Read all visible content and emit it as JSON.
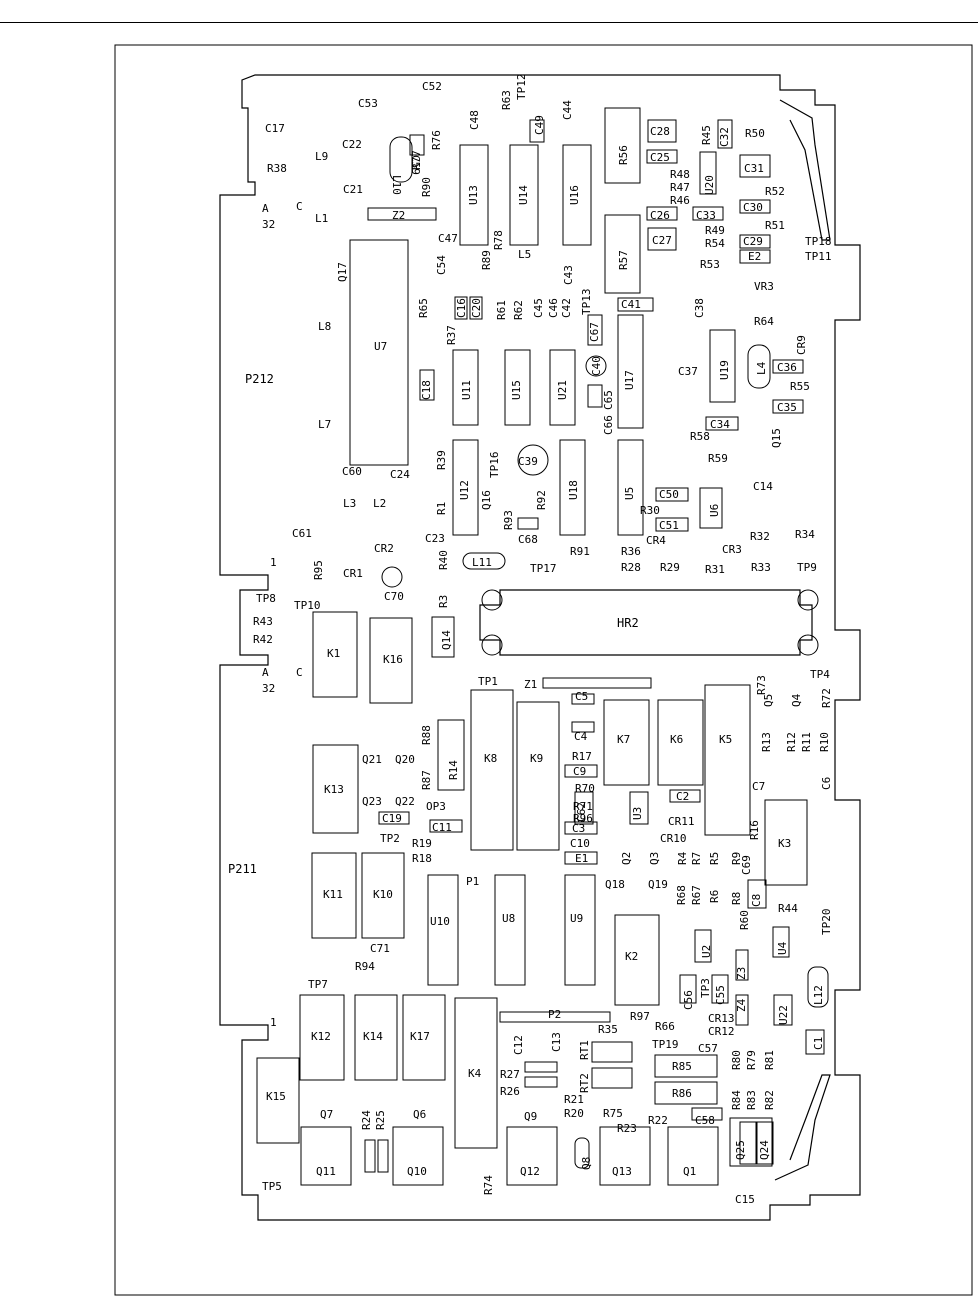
{
  "diagram": {
    "connectors": [
      "P212",
      "P211"
    ],
    "connector_pins": {
      "top_a": "A",
      "top_32": "32",
      "top_c": "C",
      "top_1": "1",
      "bot_a": "A",
      "bot_32": "32",
      "bot_c": "C",
      "bot_1": "1"
    },
    "heater": "HR2",
    "components": [
      {
        "id": "c17",
        "text": "C17"
      },
      {
        "id": "r38",
        "text": "R38"
      },
      {
        "id": "c53",
        "text": "C53"
      },
      {
        "id": "c52",
        "text": "C52"
      },
      {
        "id": "c22",
        "text": "C22"
      },
      {
        "id": "l9",
        "text": "L9"
      },
      {
        "id": "l10",
        "text": "L10"
      },
      {
        "id": "c59",
        "text": "C59"
      },
      {
        "id": "r77",
        "text": "R77"
      },
      {
        "id": "r76",
        "text": "R76"
      },
      {
        "id": "r90",
        "text": "R90"
      },
      {
        "id": "c21",
        "text": "C21"
      },
      {
        "id": "l1",
        "text": "L1"
      },
      {
        "id": "z2",
        "text": "Z2"
      },
      {
        "id": "q17",
        "text": "Q17"
      },
      {
        "id": "u7",
        "text": "U7"
      },
      {
        "id": "l8",
        "text": "L8"
      },
      {
        "id": "l7",
        "text": "L7"
      },
      {
        "id": "c60",
        "text": "C60"
      },
      {
        "id": "c24",
        "text": "C24"
      },
      {
        "id": "c61",
        "text": "C61"
      },
      {
        "id": "l3",
        "text": "L3"
      },
      {
        "id": "l2",
        "text": "L2"
      },
      {
        "id": "c23",
        "text": "C23"
      },
      {
        "id": "cr2",
        "text": "CR2"
      },
      {
        "id": "r95",
        "text": "R95"
      },
      {
        "id": "cr1",
        "text": "CR1"
      },
      {
        "id": "c70",
        "text": "C70"
      },
      {
        "id": "c48",
        "text": "C48"
      },
      {
        "id": "r63",
        "text": "R63"
      },
      {
        "id": "tp12",
        "text": "TP12"
      },
      {
        "id": "c49",
        "text": "C49"
      },
      {
        "id": "c44",
        "text": "C44"
      },
      {
        "id": "u13",
        "text": "U13"
      },
      {
        "id": "u14",
        "text": "U14"
      },
      {
        "id": "u16",
        "text": "U16"
      },
      {
        "id": "c47",
        "text": "C47"
      },
      {
        "id": "r78",
        "text": "R78"
      },
      {
        "id": "c54",
        "text": "C54"
      },
      {
        "id": "r89",
        "text": "R89"
      },
      {
        "id": "l5",
        "text": "L5"
      },
      {
        "id": "c43",
        "text": "C43"
      },
      {
        "id": "tp13",
        "text": "TP13"
      },
      {
        "id": "r65",
        "text": "R65"
      },
      {
        "id": "r37",
        "text": "R37"
      },
      {
        "id": "c16",
        "text": "C16"
      },
      {
        "id": "c20",
        "text": "C20"
      },
      {
        "id": "r61",
        "text": "R61"
      },
      {
        "id": "r62",
        "text": "R62"
      },
      {
        "id": "c45",
        "text": "C45"
      },
      {
        "id": "c46",
        "text": "C46"
      },
      {
        "id": "c42",
        "text": "C42"
      },
      {
        "id": "c67",
        "text": "C67"
      },
      {
        "id": "c18",
        "text": "C18"
      },
      {
        "id": "u11",
        "text": "U11"
      },
      {
        "id": "u15",
        "text": "U15"
      },
      {
        "id": "u21",
        "text": "U21"
      },
      {
        "id": "c40",
        "text": "C40"
      },
      {
        "id": "c65",
        "text": "C65"
      },
      {
        "id": "c66",
        "text": "C66"
      },
      {
        "id": "r39",
        "text": "R39"
      },
      {
        "id": "u12",
        "text": "U12"
      },
      {
        "id": "tp16",
        "text": "TP16"
      },
      {
        "id": "c39",
        "text": "C39"
      },
      {
        "id": "u18",
        "text": "U18"
      },
      {
        "id": "u5",
        "text": "U5"
      },
      {
        "id": "r1",
        "text": "R1"
      },
      {
        "id": "q16",
        "text": "Q16"
      },
      {
        "id": "r92",
        "text": "R92"
      },
      {
        "id": "r93",
        "text": "R93"
      },
      {
        "id": "c68",
        "text": "C68"
      },
      {
        "id": "r40",
        "text": "R40"
      },
      {
        "id": "l11",
        "text": "L11"
      },
      {
        "id": "tp17",
        "text": "TP17"
      },
      {
        "id": "r91",
        "text": "R91"
      },
      {
        "id": "r3",
        "text": "R3"
      },
      {
        "id": "r56",
        "text": "R56"
      },
      {
        "id": "c28",
        "text": "C28"
      },
      {
        "id": "r45",
        "text": "R45"
      },
      {
        "id": "c32",
        "text": "C32"
      },
      {
        "id": "r50",
        "text": "R50"
      },
      {
        "id": "c25",
        "text": "C25"
      },
      {
        "id": "c31",
        "text": "C31"
      },
      {
        "id": "r48",
        "text": "R48"
      },
      {
        "id": "u20",
        "text": "U20"
      },
      {
        "id": "r47",
        "text": "R47"
      },
      {
        "id": "r52",
        "text": "R52"
      },
      {
        "id": "r46",
        "text": "R46"
      },
      {
        "id": "c30",
        "text": "C30"
      },
      {
        "id": "c26",
        "text": "C26"
      },
      {
        "id": "c33",
        "text": "C33"
      },
      {
        "id": "r51",
        "text": "R51"
      },
      {
        "id": "r57",
        "text": "R57"
      },
      {
        "id": "c27",
        "text": "C27"
      },
      {
        "id": "r49",
        "text": "R49"
      },
      {
        "id": "c29",
        "text": "C29"
      },
      {
        "id": "tp18",
        "text": "TP18"
      },
      {
        "id": "r54",
        "text": "R54"
      },
      {
        "id": "e2",
        "text": "E2"
      },
      {
        "id": "tp11",
        "text": "TP11"
      },
      {
        "id": "r53",
        "text": "R53"
      },
      {
        "id": "vr3",
        "text": "VR3"
      },
      {
        "id": "c41",
        "text": "C41"
      },
      {
        "id": "c38",
        "text": "C38"
      },
      {
        "id": "r64",
        "text": "R64"
      },
      {
        "id": "cr9",
        "text": "CR9"
      },
      {
        "id": "u17",
        "text": "U17"
      },
      {
        "id": "u19",
        "text": "U19"
      },
      {
        "id": "l4",
        "text": "L4"
      },
      {
        "id": "c36",
        "text": "C36"
      },
      {
        "id": "c37",
        "text": "C37"
      },
      {
        "id": "r55",
        "text": "R55"
      },
      {
        "id": "c35",
        "text": "C35"
      },
      {
        "id": "c34",
        "text": "C34"
      },
      {
        "id": "r58",
        "text": "R58"
      },
      {
        "id": "q15",
        "text": "Q15"
      },
      {
        "id": "r59",
        "text": "R59"
      },
      {
        "id": "c50",
        "text": "C50"
      },
      {
        "id": "c14",
        "text": "C14"
      },
      {
        "id": "u6",
        "text": "U6"
      },
      {
        "id": "r30",
        "text": "R30"
      },
      {
        "id": "c51",
        "text": "C51"
      },
      {
        "id": "cr4",
        "text": "CR4"
      },
      {
        "id": "r36",
        "text": "R36"
      },
      {
        "id": "cr3",
        "text": "CR3"
      },
      {
        "id": "r32",
        "text": "R32"
      },
      {
        "id": "r34",
        "text": "R34"
      },
      {
        "id": "r28",
        "text": "R28"
      },
      {
        "id": "r29",
        "text": "R29"
      },
      {
        "id": "r31",
        "text": "R31"
      },
      {
        "id": "r33",
        "text": "R33"
      },
      {
        "id": "tp9",
        "text": "TP9"
      },
      {
        "id": "tp8",
        "text": "TP8"
      },
      {
        "id": "tp10",
        "text": "TP10"
      },
      {
        "id": "r43",
        "text": "R43"
      },
      {
        "id": "r42",
        "text": "R42"
      },
      {
        "id": "k1",
        "text": "K1"
      },
      {
        "id": "k16",
        "text": "K16"
      },
      {
        "id": "q14",
        "text": "Q14"
      },
      {
        "id": "tp1",
        "text": "TP1"
      },
      {
        "id": "z1",
        "text": "Z1"
      },
      {
        "id": "c5",
        "text": "C5"
      },
      {
        "id": "tp4",
        "text": "TP4"
      },
      {
        "id": "r73",
        "text": "R73"
      },
      {
        "id": "r72",
        "text": "R72"
      },
      {
        "id": "q5",
        "text": "Q5"
      },
      {
        "id": "q4",
        "text": "Q4"
      },
      {
        "id": "c4",
        "text": "C4"
      },
      {
        "id": "k7",
        "text": "K7"
      },
      {
        "id": "k6",
        "text": "K6"
      },
      {
        "id": "k5",
        "text": "K5"
      },
      {
        "id": "r88",
        "text": "R88"
      },
      {
        "id": "q21",
        "text": "Q21"
      },
      {
        "id": "q20",
        "text": "Q20"
      },
      {
        "id": "r14",
        "text": "R14"
      },
      {
        "id": "k8",
        "text": "K8"
      },
      {
        "id": "k9",
        "text": "K9"
      },
      {
        "id": "r17",
        "text": "R17"
      },
      {
        "id": "c9",
        "text": "C9"
      },
      {
        "id": "r13",
        "text": "R13"
      },
      {
        "id": "r12",
        "text": "R12"
      },
      {
        "id": "r11",
        "text": "R11"
      },
      {
        "id": "r10",
        "text": "R10"
      },
      {
        "id": "k13",
        "text": "K13"
      },
      {
        "id": "r87",
        "text": "R87"
      },
      {
        "id": "q23",
        "text": "Q23"
      },
      {
        "id": "q22",
        "text": "Q22"
      },
      {
        "id": "r70",
        "text": "R70"
      },
      {
        "id": "c7",
        "text": "C7"
      },
      {
        "id": "c6",
        "text": "C6"
      },
      {
        "id": "c2",
        "text": "C2"
      },
      {
        "id": "c19",
        "text": "C19"
      },
      {
        "id": "op3",
        "text": "OP3"
      },
      {
        "id": "r71",
        "text": "R71"
      },
      {
        "id": "r96",
        "text": "R96"
      },
      {
        "id": "c62",
        "text": "C62"
      },
      {
        "id": "u3",
        "text": "U3"
      },
      {
        "id": "cr11",
        "text": "CR11"
      },
      {
        "id": "c11",
        "text": "C11"
      },
      {
        "id": "c3",
        "text": "C3"
      },
      {
        "id": "cr10",
        "text": "CR10"
      },
      {
        "id": "r16",
        "text": "R16"
      },
      {
        "id": "tp2",
        "text": "TP2"
      },
      {
        "id": "r19",
        "text": "R19"
      },
      {
        "id": "c10",
        "text": "C10"
      },
      {
        "id": "k3",
        "text": "K3"
      },
      {
        "id": "r18",
        "text": "R18"
      },
      {
        "id": "e1",
        "text": "E1"
      },
      {
        "id": "q2",
        "text": "Q2"
      },
      {
        "id": "q3",
        "text": "Q3"
      },
      {
        "id": "r4",
        "text": "R4"
      },
      {
        "id": "r7",
        "text": "R7"
      },
      {
        "id": "r5",
        "text": "R5"
      },
      {
        "id": "r9",
        "text": "R9"
      },
      {
        "id": "c69",
        "text": "C69"
      },
      {
        "id": "p1",
        "text": "P1"
      },
      {
        "id": "k11",
        "text": "K11"
      },
      {
        "id": "k10",
        "text": "K10"
      },
      {
        "id": "u10",
        "text": "U10"
      },
      {
        "id": "u8",
        "text": "U8"
      },
      {
        "id": "u9",
        "text": "U9"
      },
      {
        "id": "q18",
        "text": "Q18"
      },
      {
        "id": "q19",
        "text": "Q19"
      },
      {
        "id": "r68",
        "text": "R68"
      },
      {
        "id": "r67",
        "text": "R67"
      },
      {
        "id": "r6",
        "text": "R6"
      },
      {
        "id": "r8",
        "text": "R8"
      },
      {
        "id": "c8",
        "text": "C8"
      },
      {
        "id": "r44",
        "text": "R44"
      },
      {
        "id": "r60",
        "text": "R60"
      },
      {
        "id": "tp20",
        "text": "TP20"
      },
      {
        "id": "c71",
        "text": "C71"
      },
      {
        "id": "k2",
        "text": "K2"
      },
      {
        "id": "u2",
        "text": "U2"
      },
      {
        "id": "z3",
        "text": "Z3"
      },
      {
        "id": "u4",
        "text": "U4"
      },
      {
        "id": "r94",
        "text": "R94"
      },
      {
        "id": "tp7",
        "text": "TP7"
      },
      {
        "id": "c56",
        "text": "C56"
      },
      {
        "id": "tp3",
        "text": "TP3"
      },
      {
        "id": "c55",
        "text": "C55"
      },
      {
        "id": "z4",
        "text": "Z4"
      },
      {
        "id": "l12",
        "text": "L12"
      },
      {
        "id": "k12",
        "text": "K12"
      },
      {
        "id": "k14",
        "text": "K14"
      },
      {
        "id": "k17",
        "text": "K17"
      },
      {
        "id": "p2",
        "text": "P2"
      },
      {
        "id": "r97",
        "text": "R97"
      },
      {
        "id": "cr13",
        "text": "CR13"
      },
      {
        "id": "u22",
        "text": "U22"
      },
      {
        "id": "k4",
        "text": "K4"
      },
      {
        "id": "r35",
        "text": "R35"
      },
      {
        "id": "r66",
        "text": "R66"
      },
      {
        "id": "cr12",
        "text": "CR12"
      },
      {
        "id": "c1",
        "text": "C1"
      },
      {
        "id": "c12",
        "text": "C12"
      },
      {
        "id": "c13",
        "text": "C13"
      },
      {
        "id": "rt1",
        "text": "RT1"
      },
      {
        "id": "tp19",
        "text": "TP19"
      },
      {
        "id": "c57",
        "text": "C57"
      },
      {
        "id": "r85",
        "text": "R85"
      },
      {
        "id": "r80",
        "text": "R80"
      },
      {
        "id": "r79",
        "text": "R79"
      },
      {
        "id": "r81",
        "text": "R81"
      },
      {
        "id": "k15",
        "text": "K15"
      },
      {
        "id": "r27",
        "text": "R27"
      },
      {
        "id": "r26",
        "text": "R26"
      },
      {
        "id": "rt2",
        "text": "RT2"
      },
      {
        "id": "r86",
        "text": "R86"
      },
      {
        "id": "r84",
        "text": "R84"
      },
      {
        "id": "r83",
        "text": "R83"
      },
      {
        "id": "r82",
        "text": "R82"
      },
      {
        "id": "r21",
        "text": "R21"
      },
      {
        "id": "q7",
        "text": "Q7"
      },
      {
        "id": "r24",
        "text": "R24"
      },
      {
        "id": "r25",
        "text": "R25"
      },
      {
        "id": "q6",
        "text": "Q6"
      },
      {
        "id": "r20",
        "text": "R20"
      },
      {
        "id": "q9",
        "text": "Q9"
      },
      {
        "id": "r75",
        "text": "R75"
      },
      {
        "id": "r22",
        "text": "R22"
      },
      {
        "id": "c58",
        "text": "C58"
      },
      {
        "id": "r23",
        "text": "R23"
      },
      {
        "id": "q25",
        "text": "Q25"
      },
      {
        "id": "q24",
        "text": "Q24"
      },
      {
        "id": "q11",
        "text": "Q11"
      },
      {
        "id": "q10",
        "text": "Q10"
      },
      {
        "id": "q12",
        "text": "Q12"
      },
      {
        "id": "q8",
        "text": "Q8"
      },
      {
        "id": "q13",
        "text": "Q13"
      },
      {
        "id": "q1",
        "text": "Q1"
      },
      {
        "id": "r74",
        "text": "R74"
      },
      {
        "id": "c15",
        "text": "C15"
      },
      {
        "id": "tp5",
        "text": "TP5"
      }
    ]
  }
}
